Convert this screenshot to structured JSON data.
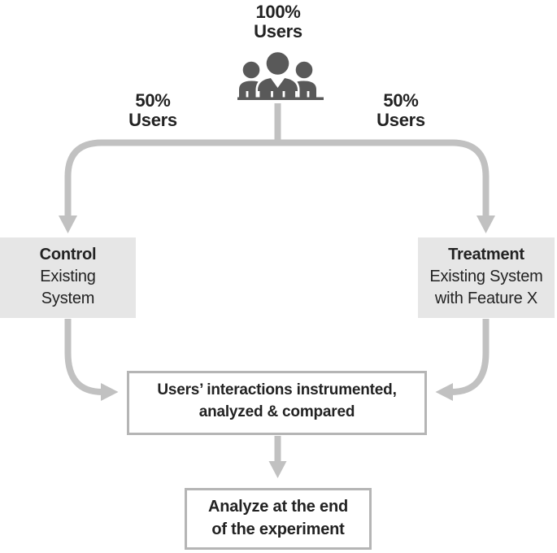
{
  "labels": {
    "all_users": {
      "line1": "100%",
      "line2": "Users"
    },
    "left_split": {
      "line1": "50%",
      "line2": "Users"
    },
    "right_split": {
      "line1": "50%",
      "line2": "Users"
    }
  },
  "boxes": {
    "control": {
      "title": "Control",
      "line1": "Existing",
      "line2": "System"
    },
    "treatment": {
      "title": "Treatment",
      "line1": "Existing System",
      "line2": "with Feature X"
    },
    "analysis": {
      "line1": "Users’ interactions instrumented,",
      "line2": "analyzed & compared"
    },
    "conclusion": {
      "line1": "Analyze at the end",
      "line2": "of the experiment"
    }
  },
  "icons": {
    "users_group": "three-person user group glyph"
  },
  "colors": {
    "background": "#ffffff",
    "text": "#222222",
    "arrow": "#c1c1c1",
    "box_fill": "#e6e6e6",
    "box_border": "#b5b5b5",
    "icon": "#595959"
  }
}
